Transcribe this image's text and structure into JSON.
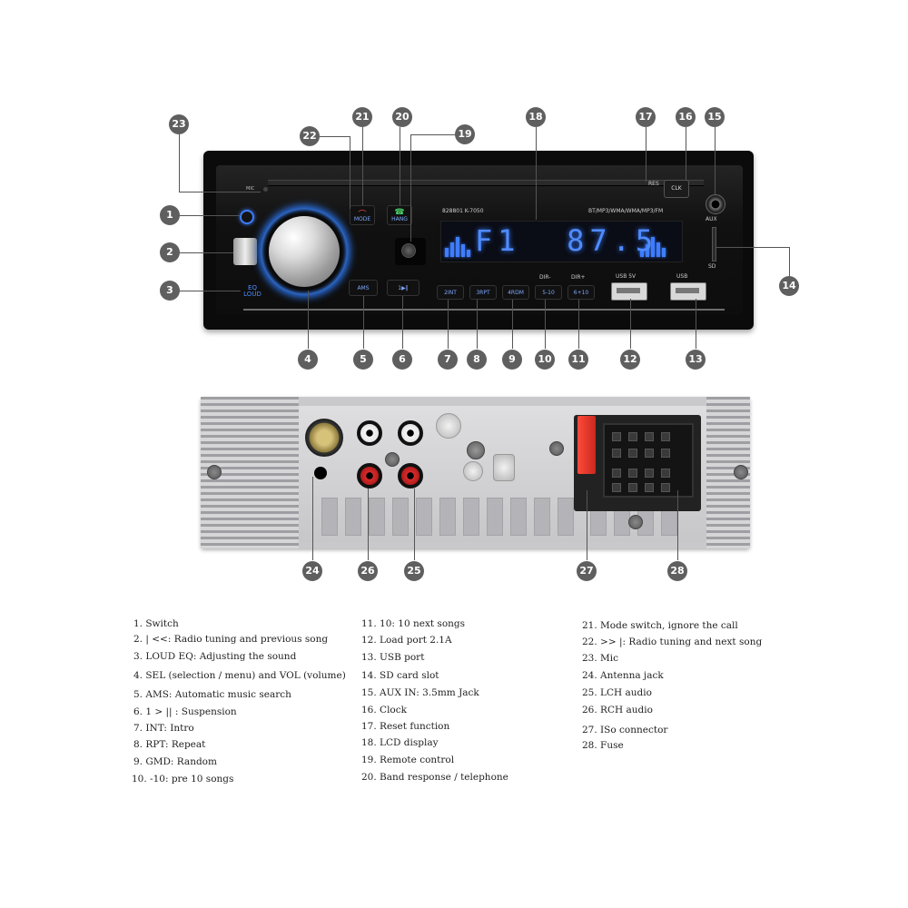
{
  "front_panel": {
    "mic_label": "MIC",
    "knob_eq_label": "EQ\nLOUD",
    "buttons": {
      "mode": "MODE",
      "hang": "HANG",
      "ams": "AMS",
      "play_pause": "1▶‖",
      "int": "2INT",
      "rpt": "3RPT",
      "rdm": "4RDM",
      "minus10": "5-10",
      "plus10": "6+10",
      "clk": "CLK"
    },
    "button_top_labels": {
      "dir_minus": "DIR-",
      "dir_plus": "DIR+"
    },
    "model_text": "828801  K-7050",
    "format_text": "BT/MP3/WMA/WMA/MP3/FM",
    "res_label": "RES",
    "lcd_text": "F1  87.5",
    "usb_charge_label": "USB 5V",
    "usb_label": "USB",
    "aux_label": "AUX",
    "sd_label": "SD"
  },
  "callouts": [
    "1",
    "2",
    "3",
    "4",
    "5",
    "6",
    "7",
    "8",
    "9",
    "10",
    "11",
    "12",
    "13",
    "14",
    "15",
    "16",
    "17",
    "18",
    "19",
    "20",
    "21",
    "22",
    "23",
    "24",
    "25",
    "26",
    "27",
    "28"
  ],
  "legend": {
    "col1": [
      "1. Switch",
      "2. | <<: Radio tuning and previous song",
      "3. LOUD EQ: Adjusting the sound",
      "4. SEL (selection / menu) and VOL (volume)",
      "5. AMS: Automatic music search",
      "6. 1 > || : Suspension",
      "7. INT: Intro",
      "8. RPT: Repeat",
      "9. GMD: Random",
      "10. -10: pre 10 songs"
    ],
    "col2": [
      "11. 10: 10 next songs",
      "12. Load port 2.1A",
      "13. USB port",
      "14. SD card slot",
      "15. AUX IN: 3.5mm Jack",
      "16. Clock",
      "17. Reset function",
      "18. LCD display",
      "19. Remote control",
      "20. Band response / telephone"
    ],
    "col3": [
      "21. Mode switch, ignore the call",
      "22. >> |: Radio tuning and next song",
      "23. Mic",
      "24. Antenna jack",
      "25. LCH audio",
      "26. RCH audio",
      "27. ISo connector",
      "28. Fuse"
    ]
  },
  "colors": {
    "callout": "#5f5f5f",
    "lcd_blue": "#4f8bff",
    "fuse_red": "#d93a2c"
  }
}
